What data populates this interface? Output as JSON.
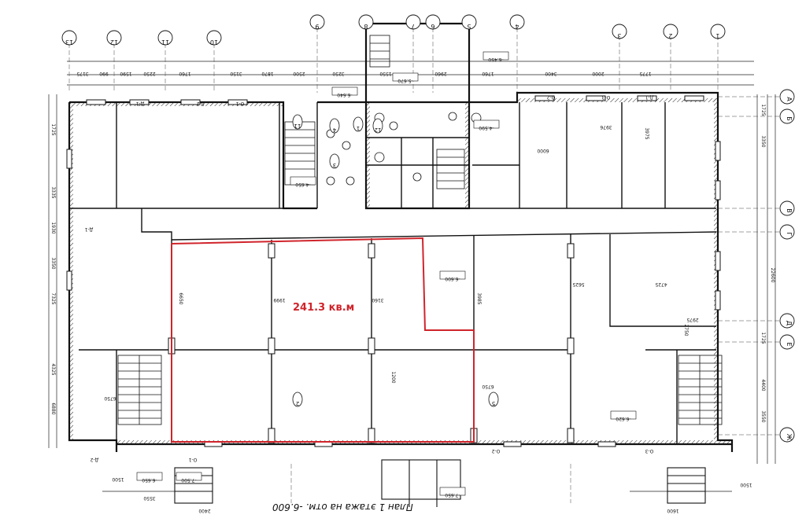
{
  "plan": {
    "title": "План 1 этажа на отм. -6.600",
    "highlight_area": "241.3 кв.м",
    "highlight_color": "#d0242b",
    "line_color": "#111111"
  },
  "axes_top": [
    "13",
    "12",
    "11",
    "10",
    "9",
    "8",
    "7",
    "6",
    "5",
    "4",
    "3",
    "2",
    "1"
  ],
  "axes_side": [
    "А",
    "Б",
    "В",
    "Г",
    "Д",
    "Е",
    "Ж"
  ],
  "dims_top": [
    "3175",
    "990",
    "1590",
    "2250",
    "1760",
    "3150",
    "1870",
    "2500",
    "3250",
    "1550",
    "2960",
    "1760",
    "3400",
    "2000",
    "1775"
  ],
  "dims_left": [
    "1725",
    "3335",
    "1930",
    "3350",
    "7325",
    "4325",
    "6880"
  ],
  "dims_right": [
    "1725",
    "3350",
    "1725",
    "22600",
    "4400",
    "3550"
  ],
  "dims_bottom": [
    "3550",
    "2400",
    "1500",
    "1500",
    "1600"
  ],
  "level_marks": [
    "-6.600",
    "-5.670",
    "-6.640",
    "-4.650",
    "-7.650",
    "-7.500",
    "-6.620",
    "-6.650",
    "-4.590",
    "-6.450"
  ],
  "room_numbers": [
    "1",
    "2",
    "3",
    "4",
    "5",
    "11",
    "12"
  ],
  "door_marks": [
    "Д-1",
    "Д-2",
    "О-1",
    "О-2",
    "О-3"
  ],
  "room_dims": [
    "6650",
    "1999",
    "3160",
    "3985",
    "5625",
    "3976",
    "3975",
    "6000",
    "6750",
    "1200",
    "4725",
    "2975",
    "2750",
    "6750"
  ]
}
